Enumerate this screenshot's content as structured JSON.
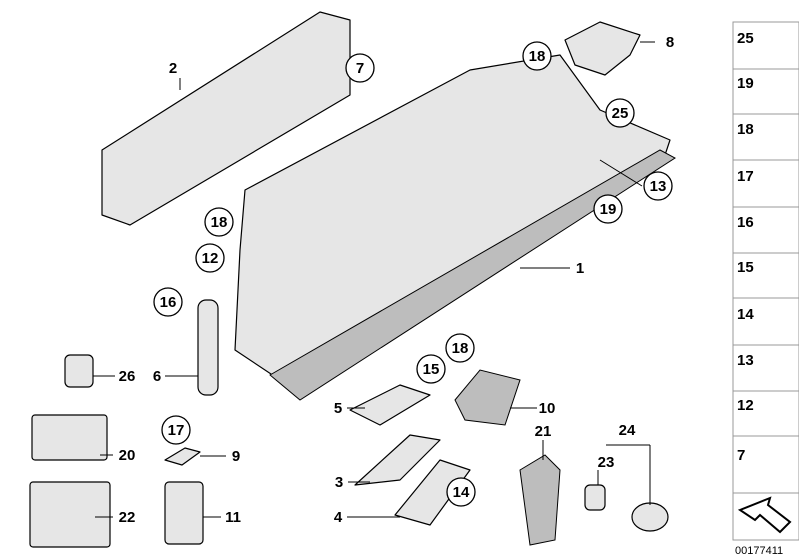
{
  "diagram_id": "00177411",
  "callouts": [
    {
      "label": "2",
      "circled": false
    },
    {
      "label": "7",
      "circled": true
    },
    {
      "label": "18",
      "circled": true
    },
    {
      "label": "8",
      "circled": false
    },
    {
      "label": "25",
      "circled": true
    },
    {
      "label": "13",
      "circled": true
    },
    {
      "label": "19",
      "circled": true
    },
    {
      "label": "1",
      "circled": false
    },
    {
      "label": "18",
      "circled": true
    },
    {
      "label": "12",
      "circled": true
    },
    {
      "label": "16",
      "circled": true
    },
    {
      "label": "26",
      "circled": false
    },
    {
      "label": "6",
      "circled": false
    },
    {
      "label": "17",
      "circled": true
    },
    {
      "label": "9",
      "circled": false
    },
    {
      "label": "20",
      "circled": false
    },
    {
      "label": "22",
      "circled": false
    },
    {
      "label": "11",
      "circled": false
    },
    {
      "label": "18",
      "circled": true
    },
    {
      "label": "15",
      "circled": true
    },
    {
      "label": "5",
      "circled": false
    },
    {
      "label": "10",
      "circled": false
    },
    {
      "label": "3",
      "circled": false
    },
    {
      "label": "14",
      "circled": true
    },
    {
      "label": "4",
      "circled": false
    },
    {
      "label": "21",
      "circled": false
    },
    {
      "label": "24",
      "circled": false
    },
    {
      "label": "23",
      "circled": false
    }
  ],
  "side_panel": [
    "25",
    "19",
    "18",
    "17",
    "16",
    "15",
    "14",
    "13",
    "12",
    "7"
  ]
}
